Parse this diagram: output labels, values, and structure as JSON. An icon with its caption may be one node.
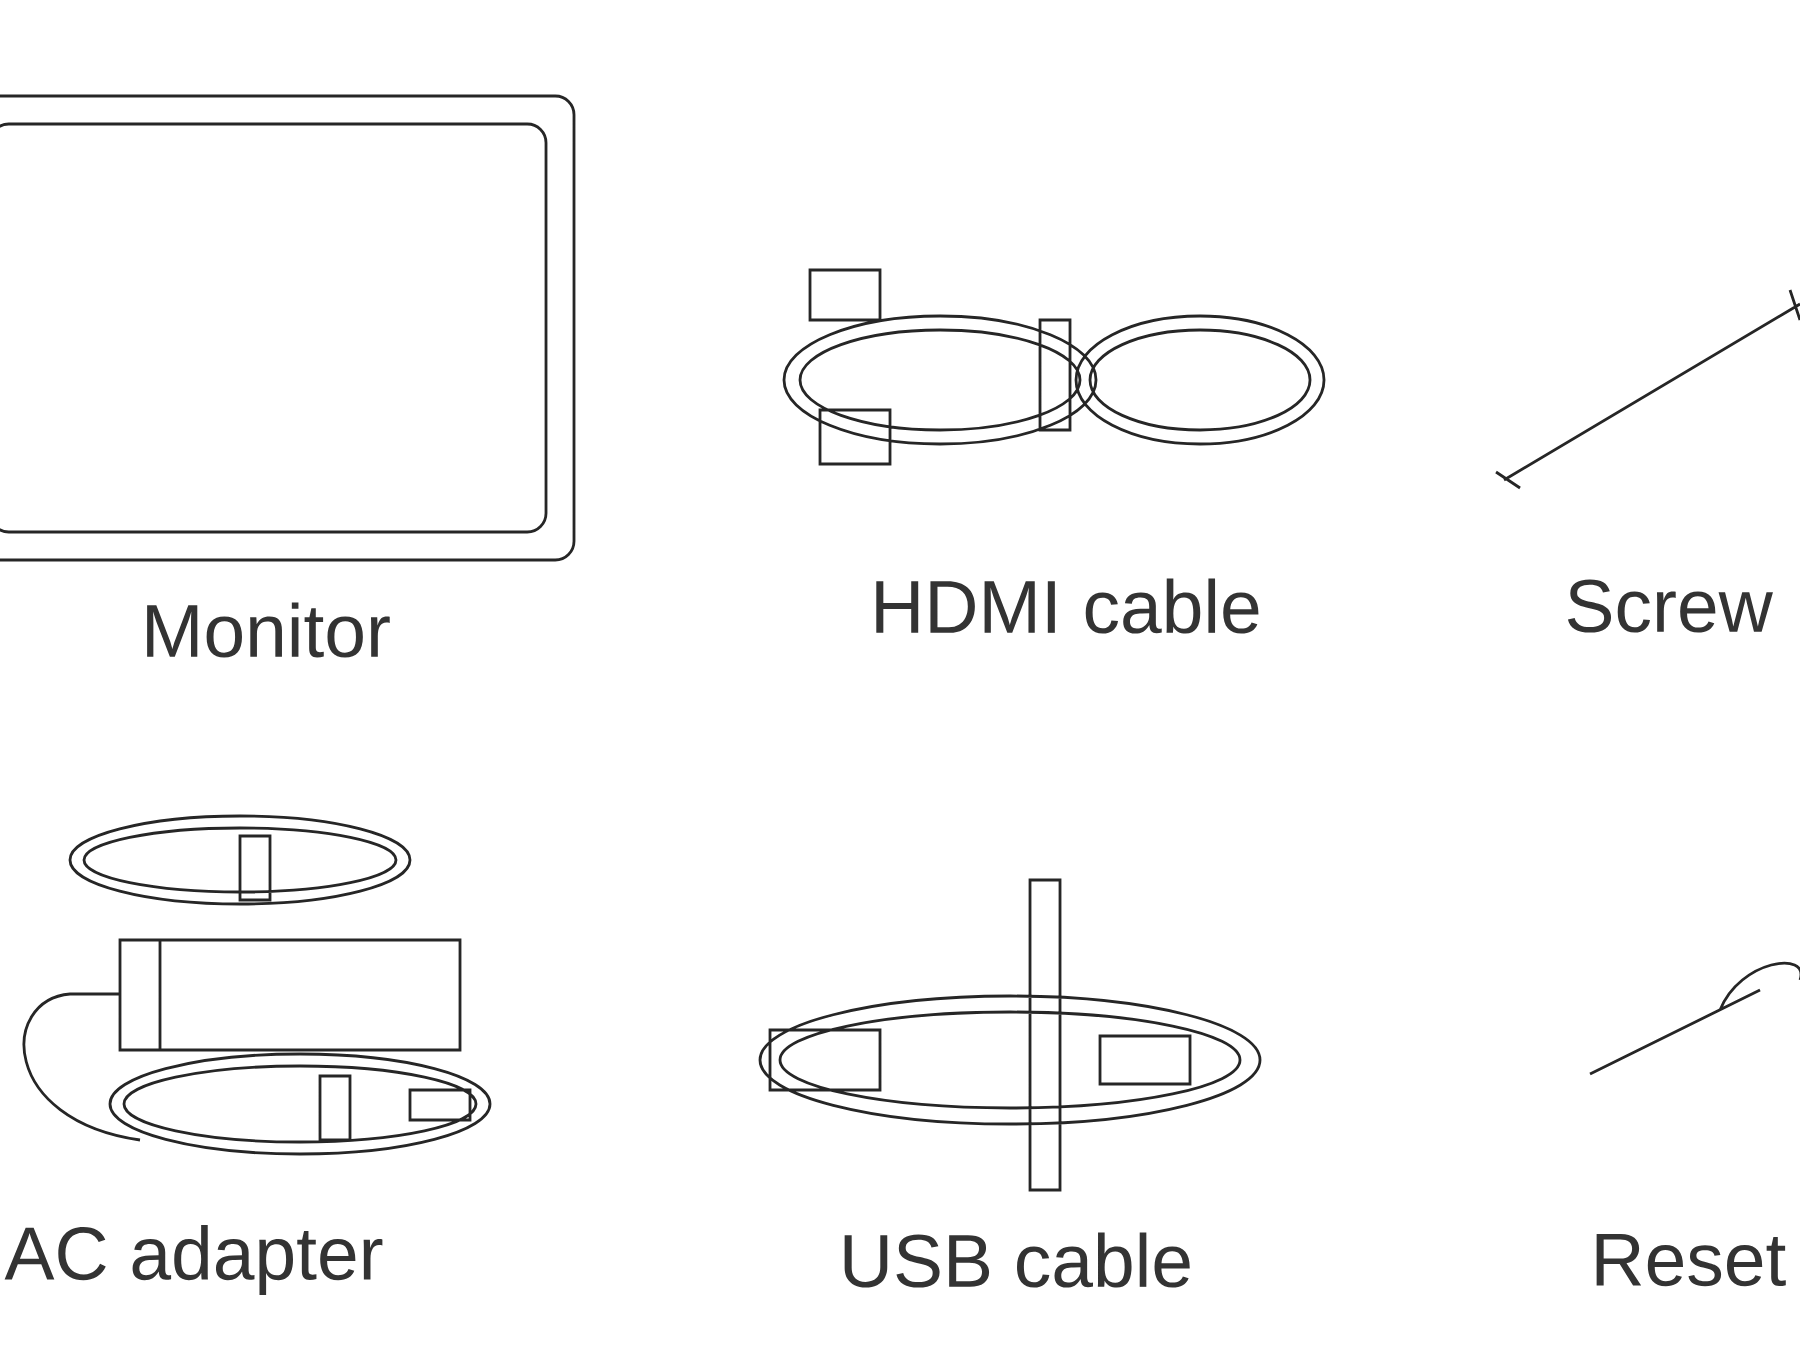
{
  "diagram": {
    "labels": [
      "Monitor",
      "HDMI cable",
      "Screw",
      "AC adapter",
      "USB cable",
      "Reset"
    ]
  }
}
